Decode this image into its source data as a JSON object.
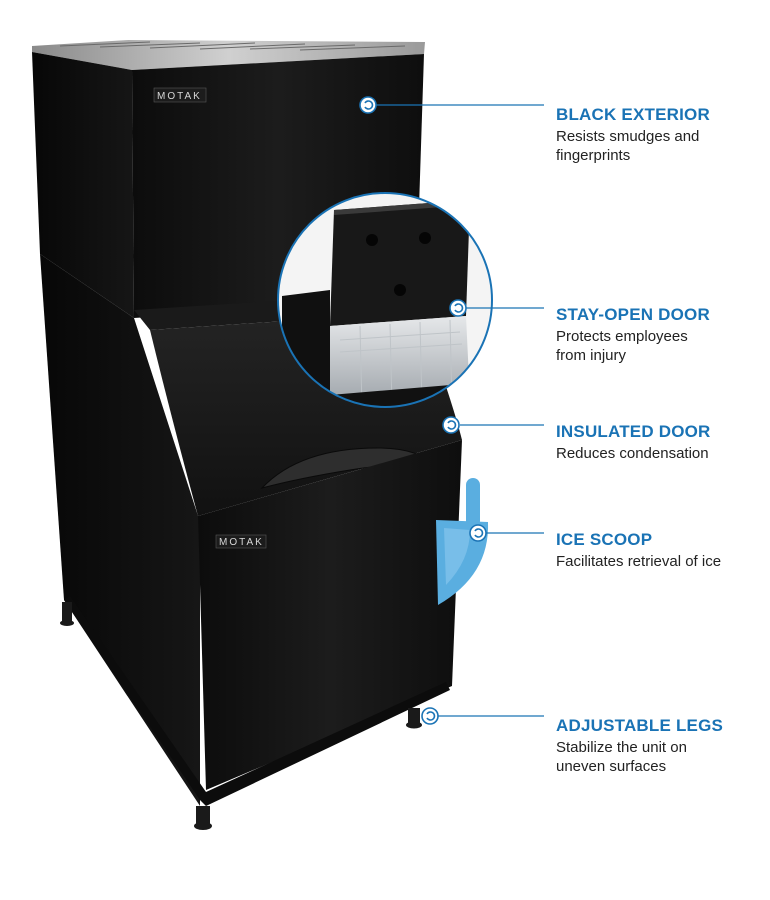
{
  "brand": {
    "logo_text": "MOTAK"
  },
  "colors": {
    "accent": "#1a73b5",
    "scoop": "#5aaee0",
    "body": "#141414"
  },
  "callouts": [
    {
      "id": "black-exterior",
      "title": "BLACK EXTERIOR",
      "desc_lines": [
        "Resists smudges and",
        "fingerprints"
      ]
    },
    {
      "id": "stay-open-door",
      "title": "STAY-OPEN DOOR",
      "desc_lines": [
        "Protects employees",
        "from injury"
      ]
    },
    {
      "id": "insulated-door",
      "title": "INSULATED DOOR",
      "desc_lines": [
        "Reduces condensation"
      ]
    },
    {
      "id": "ice-scoop",
      "title": "ICE SCOOP",
      "desc_lines": [
        "Facilitates retrieval of ice"
      ]
    },
    {
      "id": "adjustable-legs",
      "title": "ADJUSTABLE LEGS",
      "desc_lines": [
        "Stabilize the unit on",
        "uneven surfaces"
      ]
    }
  ]
}
